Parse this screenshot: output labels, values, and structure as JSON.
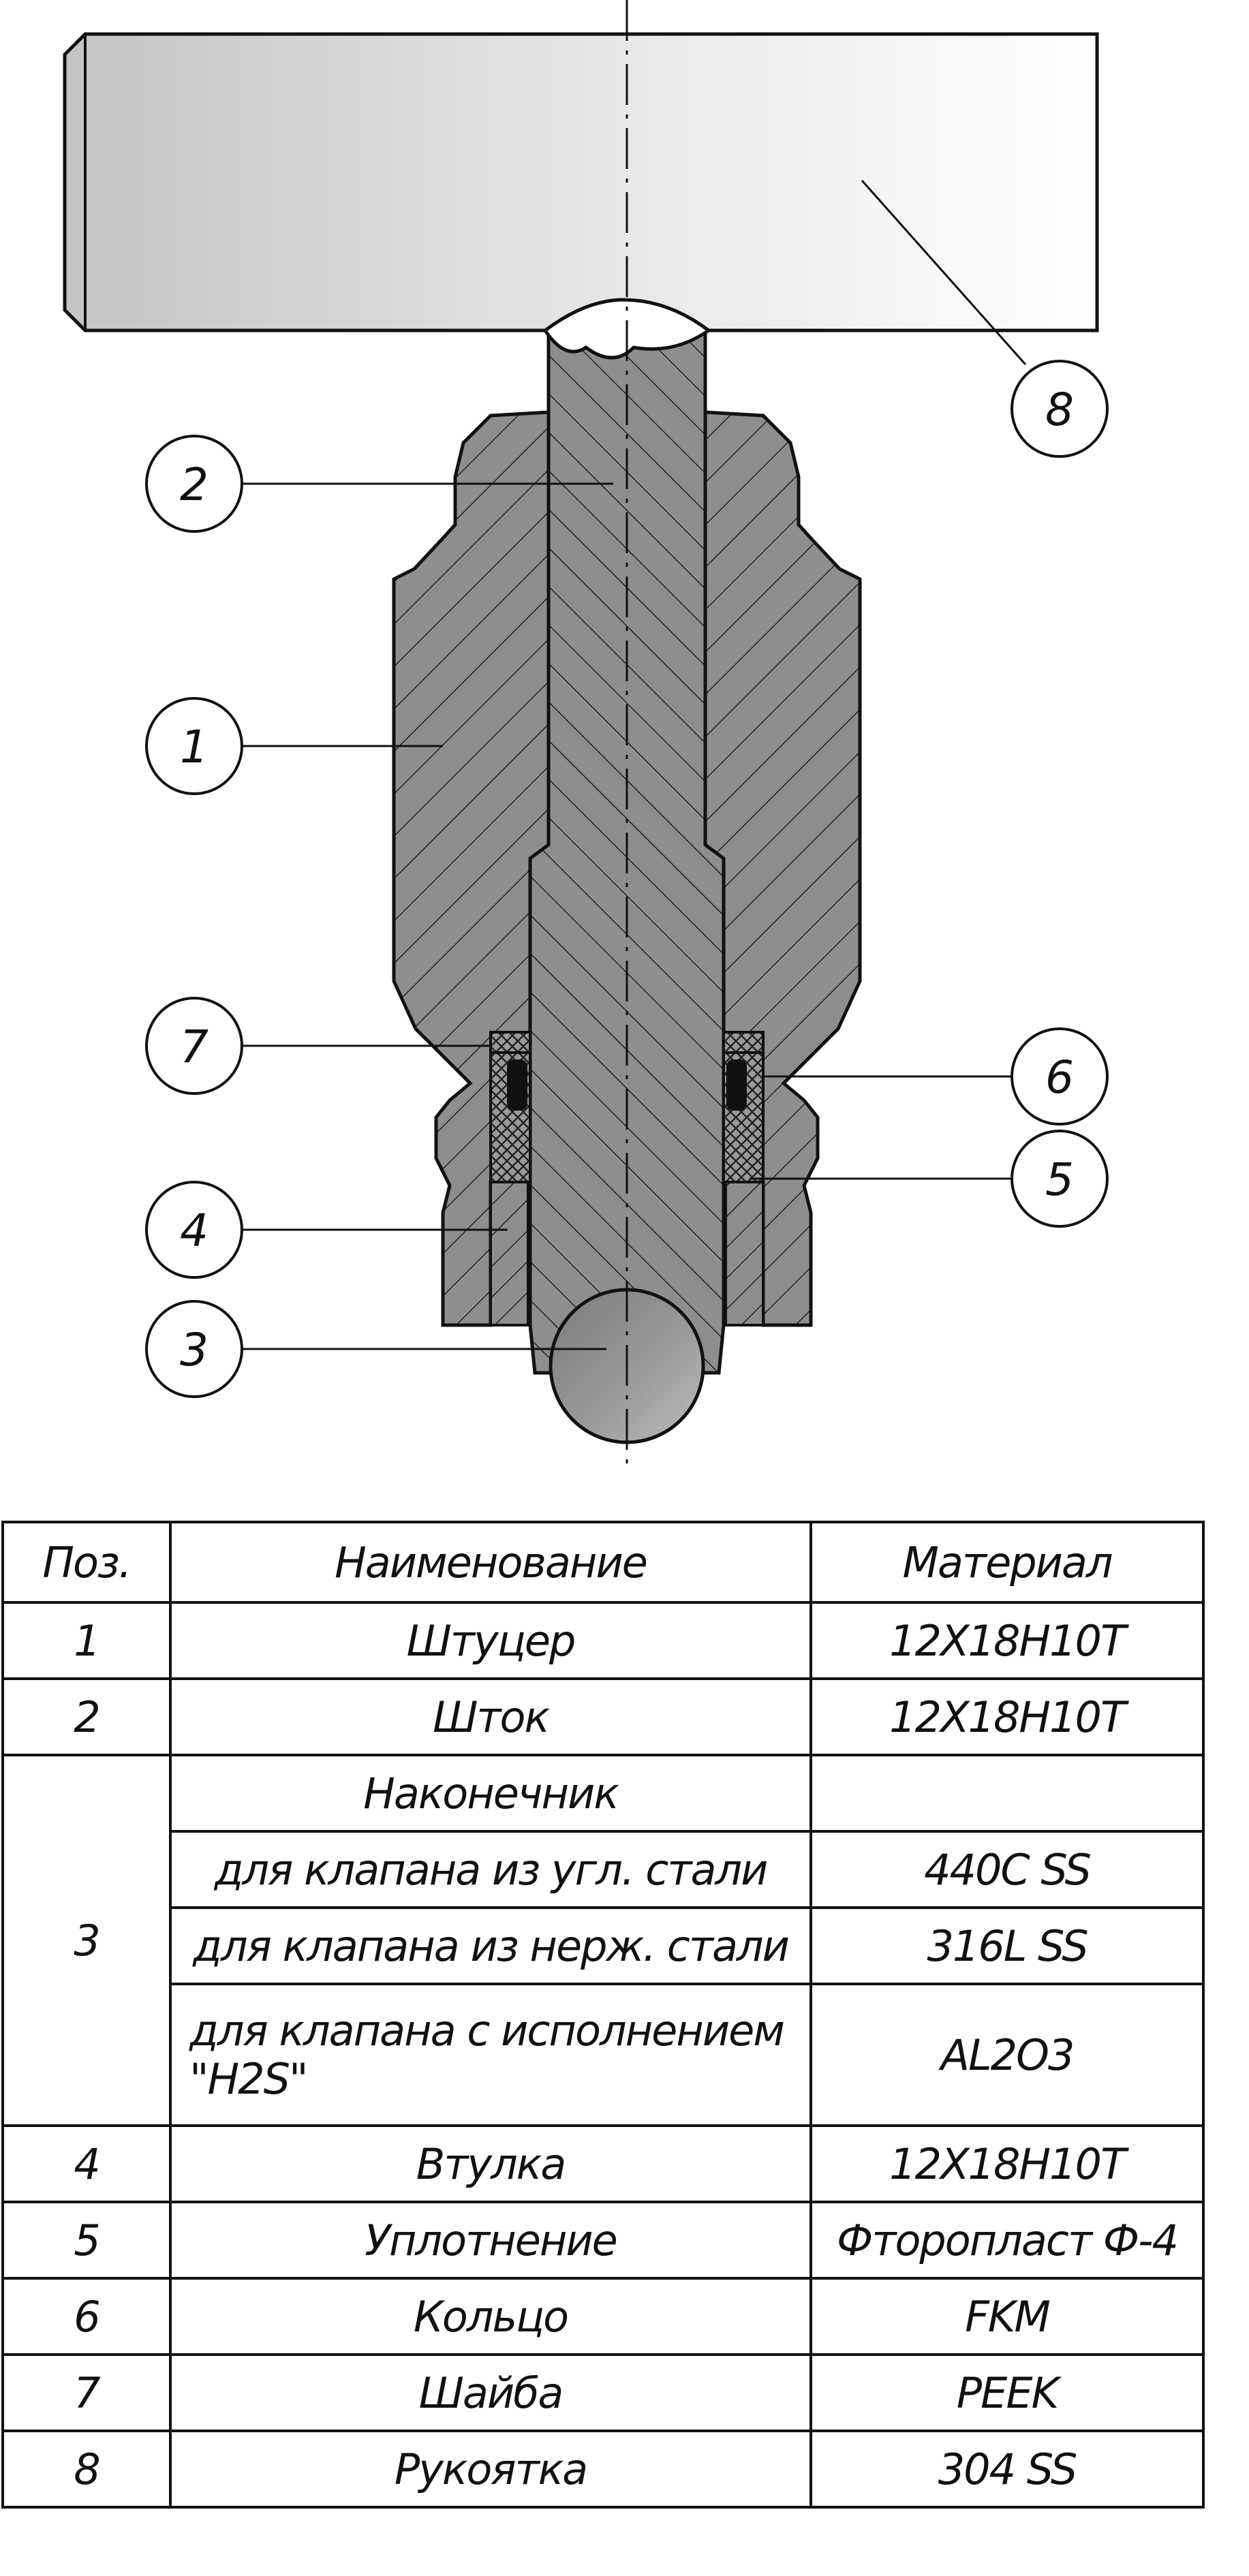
{
  "callouts": {
    "c1": "1",
    "c2": "2",
    "c3": "3",
    "c4": "4",
    "c5": "5",
    "c6": "6",
    "c7": "7",
    "c8": "8"
  },
  "table": {
    "headers": {
      "pos": "Поз.",
      "name": "Наименование",
      "material": "Материал"
    },
    "rows": [
      {
        "pos": "1",
        "name": "Штуцер",
        "material": "12Х18Н10Т"
      },
      {
        "pos": "2",
        "name": "Шток",
        "material": "12Х18Н10Т"
      },
      {
        "pos": "3",
        "name": "Наконечник",
        "material": "",
        "variants": [
          {
            "name": "для клапана из угл. стали",
            "material": "440С SS"
          },
          {
            "name": "для клапана из нерж. стали",
            "material": "316L SS"
          },
          {
            "name": "для клапана с исполнением \"H2S\"",
            "material": "AL2O3"
          }
        ]
      },
      {
        "pos": "4",
        "name": "Втулка",
        "material": "12Х18Н10Т"
      },
      {
        "pos": "5",
        "name": "Уплотнение",
        "material": "Фторопласт Ф-4"
      },
      {
        "pos": "6",
        "name": "Кольцо",
        "material": "FKM"
      },
      {
        "pos": "7",
        "name": "Шайба",
        "material": "PEEK"
      },
      {
        "pos": "8",
        "name": "Рукоятка",
        "material": "304 SS"
      }
    ]
  },
  "colors": {
    "section_fill": "#8c8c8c",
    "handle_gradient_start": "#c9c9c9",
    "handle_gradient_end": "#ffffff",
    "seal_black": "#111111",
    "line": "#111111"
  }
}
